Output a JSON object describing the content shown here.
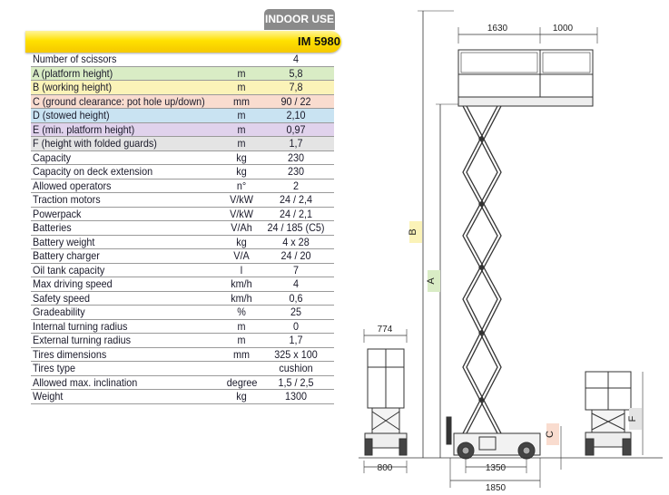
{
  "header": {
    "tag": "INDOOR USE",
    "model": "IM 5980"
  },
  "specs": [
    {
      "label": "Number of scissors",
      "unit": "",
      "value": "4",
      "color": ""
    },
    {
      "label": "A (platform height)",
      "unit": "m",
      "value": "5,8",
      "color": "#d9ecc5"
    },
    {
      "label": "B (working height)",
      "unit": "m",
      "value": "7,8",
      "color": "#fbf3b8"
    },
    {
      "label": "C (ground clearance: pot hole up/down)",
      "unit": "mm",
      "value": "90 / 22",
      "color": "#f9dccf"
    },
    {
      "label": "D (stowed height)",
      "unit": "m",
      "value": "2,10",
      "color": "#c9e3f2"
    },
    {
      "label": "E (min. platform height)",
      "unit": "m",
      "value": "0,97",
      "color": "#e0d2ec"
    },
    {
      "label": "F (height with folded guards)",
      "unit": "m",
      "value": "1,7",
      "color": "#e4e4e4"
    },
    {
      "label": "Capacity",
      "unit": "kg",
      "value": "230",
      "color": ""
    },
    {
      "label": "Capacity on deck extension",
      "unit": "kg",
      "value": "230",
      "color": ""
    },
    {
      "label": "Allowed operators",
      "unit": "n°",
      "value": "2",
      "color": ""
    },
    {
      "label": "Traction motors",
      "unit": "V/kW",
      "value": "24 / 2,4",
      "color": ""
    },
    {
      "label": "Powerpack",
      "unit": "V/kW",
      "value": "24 / 2,1",
      "color": ""
    },
    {
      "label": "Batteries",
      "unit": "V/Ah",
      "value": "24 / 185 (C5)",
      "color": ""
    },
    {
      "label": "Battery weight",
      "unit": "kg",
      "value": "4 x 28",
      "color": ""
    },
    {
      "label": "Battery charger",
      "unit": "V/A",
      "value": "24 / 20",
      "color": ""
    },
    {
      "label": "Oil tank capacity",
      "unit": "l",
      "value": "7",
      "color": ""
    },
    {
      "label": "Max driving speed",
      "unit": "km/h",
      "value": "4",
      "color": ""
    },
    {
      "label": "Safety speed",
      "unit": "km/h",
      "value": "0,6",
      "color": ""
    },
    {
      "label": "Gradeability",
      "unit": "%",
      "value": "25",
      "color": ""
    },
    {
      "label": "Internal turning radius",
      "unit": "m",
      "value": "0",
      "color": ""
    },
    {
      "label": "External turning radius",
      "unit": "m",
      "value": "1,7",
      "color": ""
    },
    {
      "label": "Tires dimensions",
      "unit": "mm",
      "value": "325 x 100",
      "color": ""
    },
    {
      "label": "Tires type",
      "unit": "",
      "value": "cushion",
      "color": ""
    },
    {
      "label": "Allowed max. inclination",
      "unit": "degree",
      "value": "1,5 / 2,5",
      "color": ""
    },
    {
      "label": "Weight",
      "unit": "kg",
      "value": "1300",
      "color": ""
    }
  ],
  "drawing": {
    "dim_width_top": "1630",
    "dim_extension": "1000",
    "dim_front_width": "774",
    "dim_front_track": "800",
    "dim_wheelbase": "1350",
    "dim_length": "1850",
    "label_a": "A",
    "label_b": "B",
    "label_c": "C",
    "label_f": "F",
    "color_a": "#d9ecc5",
    "color_b": "#fbf3b8",
    "color_c": "#f9dccf",
    "color_f": "#e4e4e4"
  }
}
